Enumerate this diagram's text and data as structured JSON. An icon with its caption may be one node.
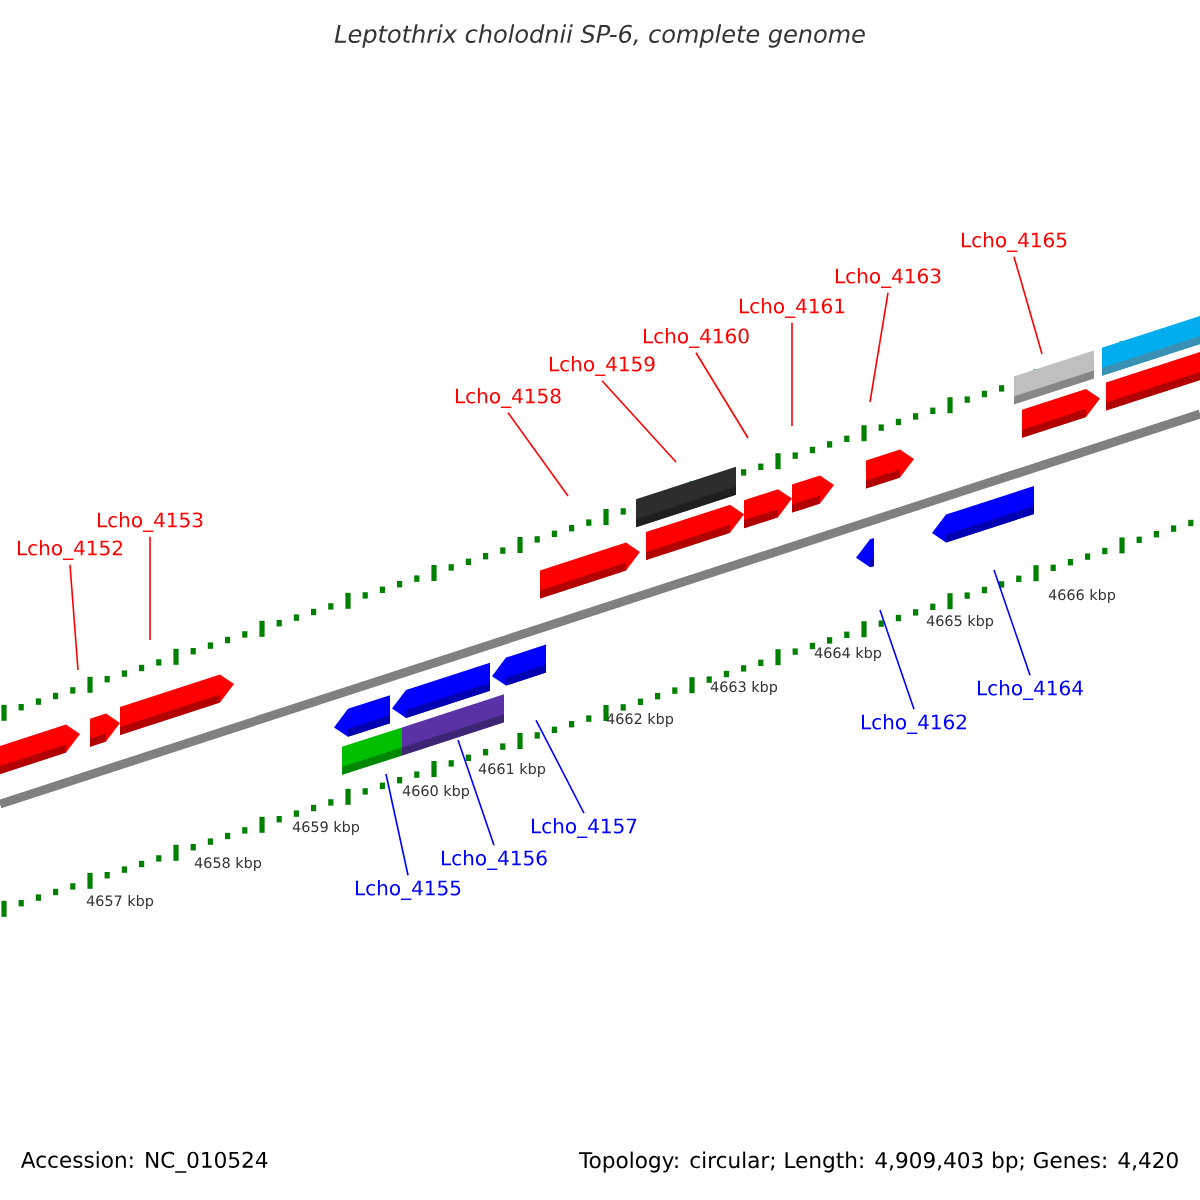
{
  "diagram": {
    "title": "Leptothrix cholodnii SP-6, complete genome",
    "nodes": [
      {
        "text": [
          "Lcho_4152"
        ]
      },
      {
        "text": [
          "Lcho_4153"
        ]
      },
      {
        "text": [
          "Lcho_4158"
        ]
      },
      {
        "text": [
          "Lcho_4159"
        ]
      },
      {
        "text": [
          "Lcho_4160"
        ]
      },
      {
        "text": [
          "Lcho_4161"
        ]
      },
      {
        "text": [
          "Lcho_4163"
        ]
      },
      {
        "text": [
          "Lcho_4165"
        ]
      },
      {
        "text": [
          "Lcho_4164"
        ]
      },
      {
        "text": [
          "Lcho_4162"
        ]
      },
      {
        "text": [
          "Lcho_4157"
        ]
      },
      {
        "text": [
          "Lcho_4156"
        ]
      },
      {
        "text": [
          "Lcho_4155"
        ]
      }
    ],
    "edges": [
      {
        "from": 0,
        "to": null,
        "arrow": "none"
      },
      {
        "from": 1,
        "to": null,
        "arrow": "none"
      },
      {
        "from": 2,
        "to": null,
        "arrow": "none"
      },
      {
        "from": 3,
        "to": null,
        "arrow": "none"
      },
      {
        "from": 4,
        "to": null,
        "arrow": "none"
      },
      {
        "from": 5,
        "to": null,
        "arrow": "none"
      },
      {
        "from": 6,
        "to": null,
        "arrow": "none"
      },
      {
        "from": 7,
        "to": null,
        "arrow": "none"
      },
      {
        "from": 8,
        "to": null,
        "arrow": "none",
        "color": "#0000ff"
      },
      {
        "from": 9,
        "to": null,
        "arrow": "none",
        "color": "#0000ff"
      },
      {
        "from": 10,
        "to": null,
        "arrow": "none",
        "color": "#0000ff"
      },
      {
        "from": 11,
        "to": null,
        "arrow": "none",
        "color": "#0000ff"
      },
      {
        "from": 12,
        "to": null,
        "arrow": "none",
        "color": "#0000ff"
      }
    ],
    "labels": [
      "4666 kbp",
      "4665 kbp",
      "4664 kbp",
      "4663 kbp",
      "4662 kbp",
      "4661 kbp",
      "4660 kbp",
      "4659 kbp",
      "4658 kbp",
      "4657 kbp",
      "Accession: NC_010524",
      "Topology: circular; Length: 4,909,403 bp; Genes: 4,420"
    ]
  }
}
